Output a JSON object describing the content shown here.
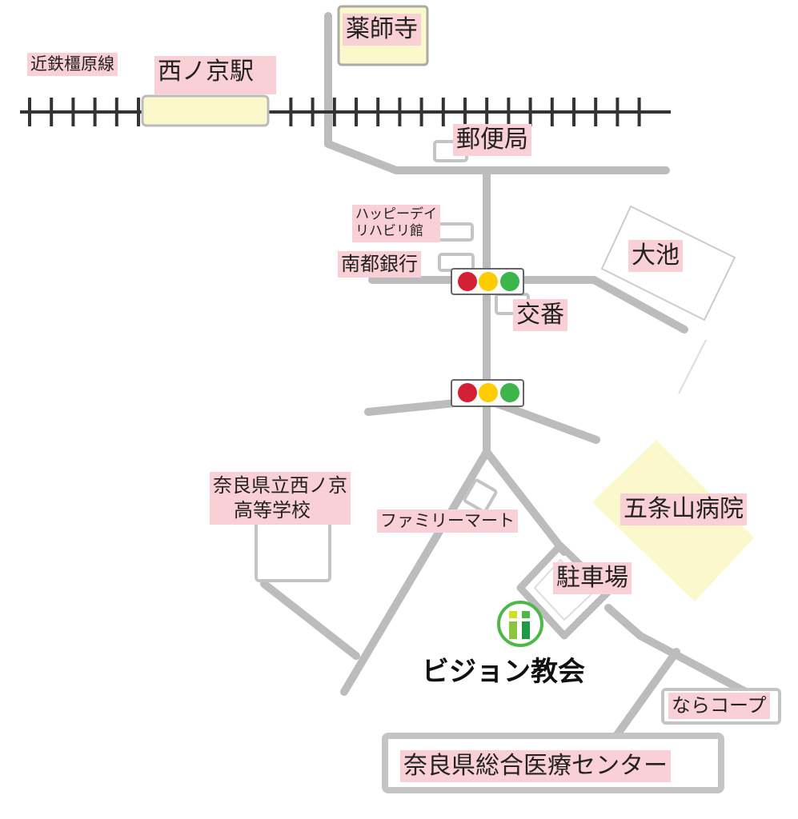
{
  "map": {
    "railway": "近鉄橿原線",
    "station": "西ノ京駅",
    "temple": "薬師寺",
    "post_office": "郵便局",
    "rehab_line1": "ハッピーデイ",
    "rehab_line2": "リハビリ館",
    "bank": "南都銀行",
    "police_box": "交番",
    "pond": "大池",
    "school_line1": "奈良県立西ノ京",
    "school_line2": "高等学校",
    "convenience_store": "ファミリーマート",
    "hospital": "五条山病院",
    "parking": "駐車場",
    "church": "ビジョン教会",
    "coop": "ならコープ",
    "medical_center": "奈良県総合医療センター"
  },
  "colors": {
    "road": "#bcbcbc",
    "label_bg": "#f9d0d5",
    "yellow_area": "#fbf8cc",
    "signal_red": "#d42035",
    "signal_yellow": "#ffcc00",
    "signal_green": "#3cb54a"
  }
}
